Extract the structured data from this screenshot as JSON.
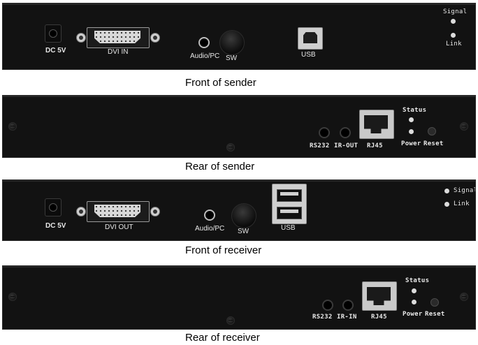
{
  "panels": {
    "front_sender": {
      "caption": "Front of sender",
      "dc_label": "DC 5V",
      "dvi_label": "DVI IN",
      "audio_label": "Audio/PC",
      "sw_label": "SW",
      "usb_label": "USB",
      "signal_label": "Signal",
      "link_label": "Link"
    },
    "rear_sender": {
      "caption": "Rear of sender",
      "rs232_label": "RS232",
      "ir_label": "IR-OUT",
      "rj45_label": "RJ45",
      "status_label": "Status",
      "power_label": "Power",
      "reset_label": "Reset"
    },
    "front_receiver": {
      "caption": "Front of receiver",
      "dc_label": "DC 5V",
      "dvi_label": "DVI OUT",
      "audio_label": "Audio/PC",
      "sw_label": "SW",
      "usb_label": "USB",
      "signal_label": "Signal",
      "link_label": "Link"
    },
    "rear_receiver": {
      "caption": "Rear of receiver",
      "rs232_label": "RS232",
      "ir_label": "IR-IN",
      "rj45_label": "RJ45",
      "status_label": "Status",
      "power_label": "Power",
      "reset_label": "Reset"
    }
  }
}
